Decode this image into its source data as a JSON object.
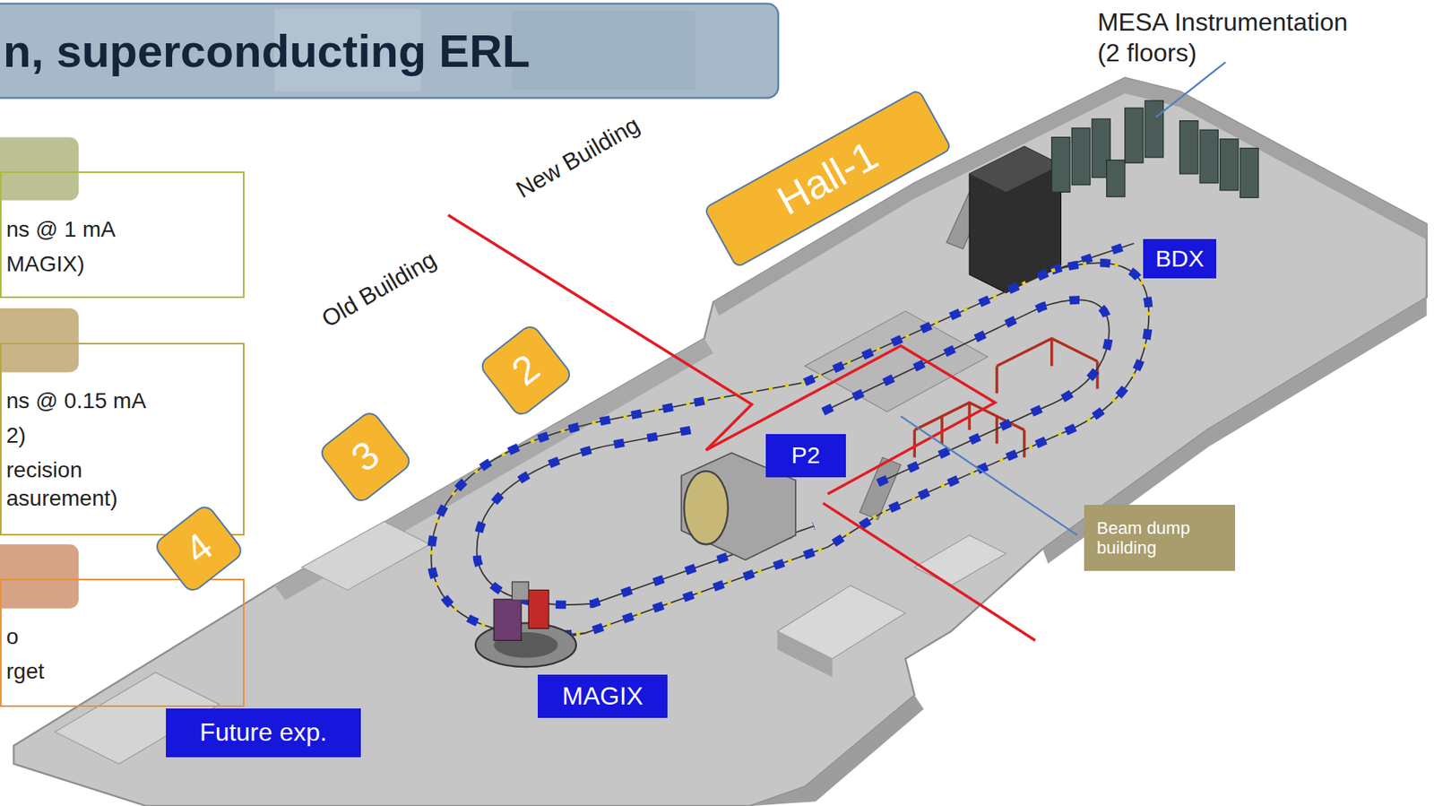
{
  "diagram": {
    "title": "n, superconducting ERL",
    "nodes": [
      {
        "text": [
          "ns @ 1 mA",
          "MAGIX)"
        ]
      },
      {
        "text": [
          "ns @ 0.15 mA",
          "2)",
          "recision asurement)"
        ]
      },
      {
        "text": [
          "o",
          "rget"
        ]
      },
      {
        "text": [
          "Hall-1"
        ]
      },
      {
        "text": [
          "2"
        ]
      },
      {
        "text": [
          "3"
        ]
      },
      {
        "text": [
          "4"
        ]
      },
      {
        "text": [
          "BDX"
        ]
      },
      {
        "text": [
          "P2"
        ]
      },
      {
        "text": [
          "MAGIX"
        ]
      },
      {
        "text": [
          "Future exp."
        ]
      },
      {
        "text": [
          "Beam dump building"
        ]
      }
    ],
    "labels": [
      "MESA Instrumentation (2 floors)",
      "New Building",
      "Old Building"
    ]
  }
}
